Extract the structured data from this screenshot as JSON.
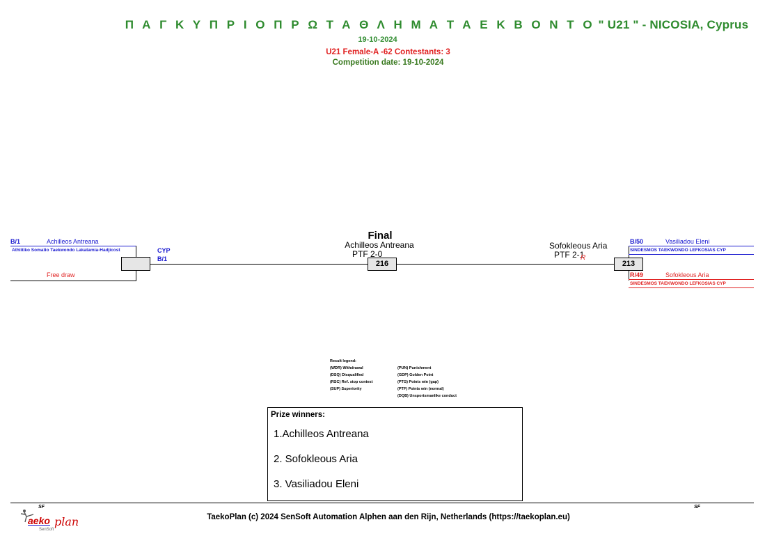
{
  "header": {
    "title_greek": "Π Α Γ Κ Υ Π Ρ Ι Ο  Π Ρ Ω Τ Α Θ Λ Η Μ Α  Τ Α Ε Κ Β Ο Ν Τ Ο",
    "title_rest": "\" U21 \"  - NICOSIA, Cyprus",
    "date": "19-10-2024",
    "category": "U21 Female-A -62     Contestants: 3",
    "competition_date": "Competition date: 19-10-2024"
  },
  "left_bracket": {
    "seed": "B/1",
    "name": "Achilleos Antreana",
    "club": "Athlitiko Somatio Taekwondo Lakatamia-Hadjicost",
    "country": "CYP",
    "winner_seed": "B/1",
    "free_draw": "Free draw"
  },
  "final": {
    "title": "Final",
    "winner": "Achilleos Antreana",
    "score": "PTF 2-0",
    "match_no": "216"
  },
  "right_bracket": {
    "winner": "Sofokleous Aria",
    "score": "PTF 2-1",
    "mark": "R",
    "match_no": "213",
    "blue_seed": "B/50",
    "blue_name": "Vasiliadou Eleni",
    "blue_club": "SINDESMOS TAEKWONDO LEFKOSIAS CYP",
    "red_seed": "R/49",
    "red_name": "Sofokleous Aria",
    "red_club": "SINDESMOS TAEKWONDO LEFKOSIAS CYP"
  },
  "legend": {
    "title": "Result legend:",
    "left": [
      "(WDR) Withdrawal",
      "(DSQ) Disqualified",
      "(RSC) Ref. stop contest",
      "(SUP) Superiority"
    ],
    "right": [
      "(PUN) Punishment",
      "(GDP) Golden Point",
      "(PTG) Points win (gap)",
      "(PTF) Points win (normal)",
      "(DQB) Unsportsmanlike conduct"
    ]
  },
  "prize": {
    "heading": "Prize winners:",
    "first": "1.Achilleos Antreana",
    "second": "2. Sofokleous Aria",
    "third": "3. Vasiliadou Eleni"
  },
  "footer": {
    "left_tag": "SF",
    "right_tag": "SF",
    "logo_main": "aeko",
    "logo_script": "plan",
    "logo_sub": "SenSoft",
    "text": "TaekoPlan (c) 2024 SenSoft Automation Alphen aan den Rijn, Netherlands (https://taekoplan.eu)"
  },
  "colors": {
    "title_green": "#2e8b2e",
    "blue": "#1a1ad0",
    "red": "#e02020"
  }
}
